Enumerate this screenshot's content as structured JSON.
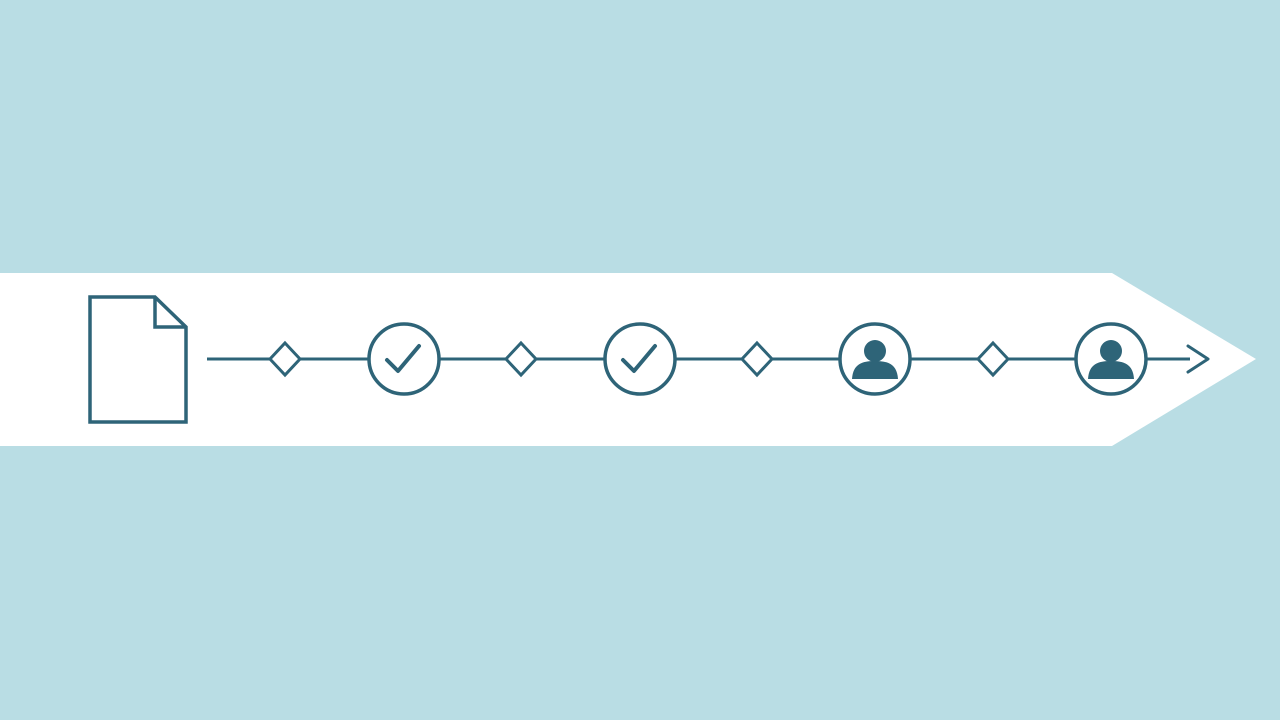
{
  "colors": {
    "background": "#b9dde4",
    "banner": "#ffffff",
    "stroke": "#2e6478",
    "fill": "#2e6478"
  },
  "flow": {
    "start": {
      "icon": "document-icon"
    },
    "steps": [
      {
        "kind": "diamond",
        "icon": "diamond-node-icon"
      },
      {
        "kind": "circle",
        "icon": "checkmark-icon"
      },
      {
        "kind": "diamond",
        "icon": "diamond-node-icon"
      },
      {
        "kind": "circle",
        "icon": "checkmark-icon"
      },
      {
        "kind": "diamond",
        "icon": "diamond-node-icon"
      },
      {
        "kind": "circle",
        "icon": "user-icon"
      },
      {
        "kind": "diamond",
        "icon": "diamond-node-icon"
      },
      {
        "kind": "circle",
        "icon": "user-icon"
      }
    ],
    "end": {
      "icon": "arrow-right-icon"
    }
  }
}
